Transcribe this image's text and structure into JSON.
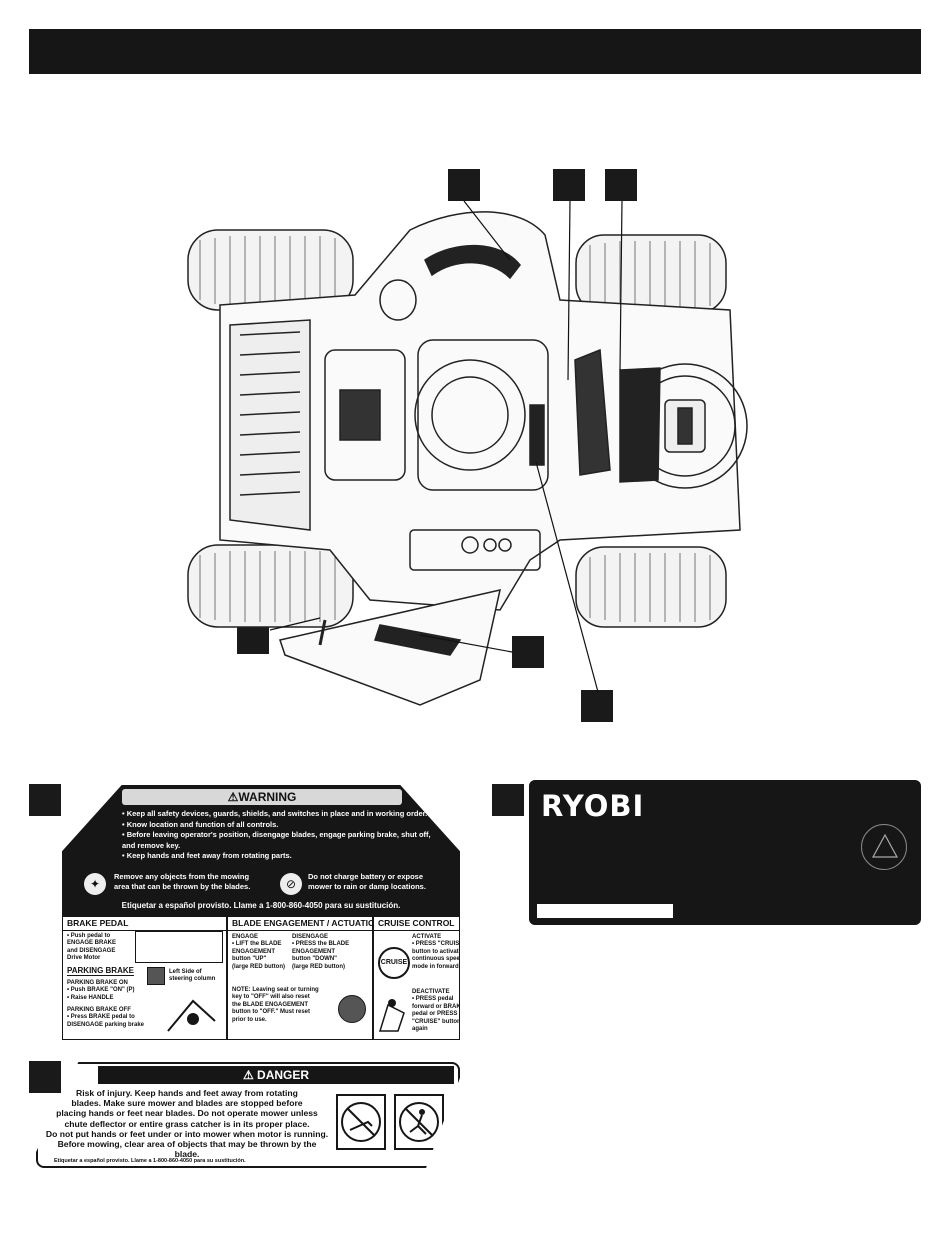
{
  "warning": {
    "header": "WARNING",
    "bullets": [
      "• Keep all safety devices, guards, shields, and switches in place and in working order.",
      "• Know location and function of all controls.",
      "• Before leaving operator's position, disengage blades, engage parking brake, shut off,",
      "   and remove key.",
      "• Keep hands and feet away from rotating parts."
    ],
    "objects_text": [
      "Remove any objects from the mowing",
      "area that can be thrown by the blades."
    ],
    "battery_text": [
      "Do not charge battery or expose",
      "mower to rain or damp locations."
    ],
    "espanol": "Etiquetar a español provisto. Llame a 1-800-860-4050 para su sustitución.",
    "brake": {
      "title": "BRAKE PEDAL",
      "pedal_text": [
        "• Push pedal to",
        "ENGAGE BRAKE",
        "and DISENGAGE",
        "Drive Motor"
      ],
      "parking_title": "PARKING BRAKE",
      "left_side": [
        "Left Side of",
        "steering column"
      ],
      "on_text": [
        "PARKING BRAKE ON",
        "• Push BRAKE \"ON\"  (P)",
        "• Raise HANDLE"
      ],
      "off_text": [
        "PARKING BRAKE OFF",
        "• Press BRAKE pedal to",
        "DISENGAGE parking brake"
      ]
    },
    "blade": {
      "title": "BLADE ENGAGEMENT / ACTUATION",
      "engage": [
        "ENGAGE",
        "• LIFT the BLADE",
        "ENGAGEMENT",
        "button \"UP\"",
        "(large RED button)"
      ],
      "disengage": [
        "DISENGAGE",
        "• PRESS the BLADE",
        "ENGAGEMENT",
        "button \"DOWN\"",
        "(large RED button)"
      ],
      "note": [
        "NOTE: Leaving seat or turning",
        "key to \"OFF\" will also reset",
        "the BLADE ENGAGEMENT",
        "button to \"OFF.\" Must reset",
        "prior to use."
      ]
    },
    "cruise": {
      "title": "CRUISE CONTROL",
      "button": "CRUISE",
      "activate": [
        "ACTIVATE",
        "• PRESS \"CRUISE\"",
        "button to activate",
        "continuous speed",
        "mode in forward"
      ],
      "deactivate": [
        "DEACTIVATE",
        "• PRESS pedal",
        "forward or BRAKE",
        "pedal or PRESS",
        "\"CRUISE\" button",
        "again"
      ]
    }
  },
  "ryobi": {
    "logo": "RYOBI"
  },
  "danger": {
    "header": "DANGER",
    "lines": [
      "Risk of injury. Keep hands and feet away from rotating",
      "blades. Make sure mower and blades are stopped before",
      "placing hands or feet near blades. Do not operate mower unless",
      "chute deflector or entire grass catcher is in its proper place.",
      "Do not put hands or feet under or into mower when motor is running.",
      "Before mowing, clear area of objects that may be thrown by the blade."
    ],
    "espanol": "Etiquetar a español provisto. Llame a 1-800-860-4050 para su sustitución."
  }
}
